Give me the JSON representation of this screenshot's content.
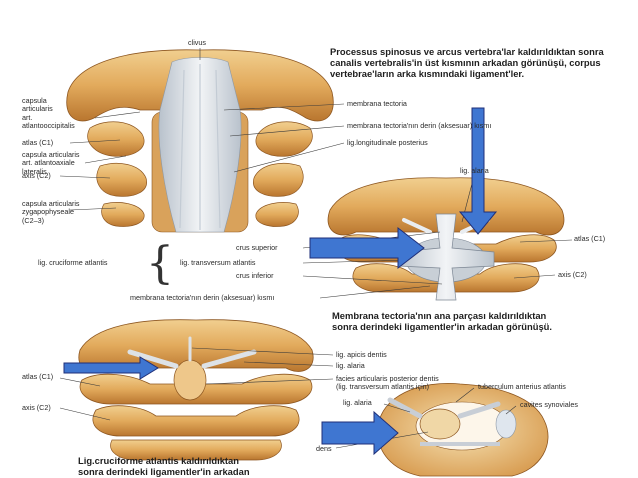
{
  "colors": {
    "bone": "#e7b66a",
    "bone_shadow": "#b9762f",
    "ligament": "#d9dde2",
    "arrow_fill": "#3f76d1",
    "arrow_stroke": "#1f2f78"
  },
  "captions": {
    "top": "Processus spinosus ve arcus vertebra'lar kaldırıldıktan sonra\ncanalis vertebralis'in üst kısmının arkadan görünüşü, corpus\nvertebrae'ların arka kısmındaki ligament'ler.",
    "middle": "Membrana tectoria'nın ana parçası kaldırıldıktan\nsonra derindeki ligamentler'in arkadan görünüşü.",
    "bottom": "Lig.cruciforme atlantis kaldırıldıktan\nsonra derindeki ligamentler'in arkadan"
  },
  "labels": {
    "clivus": "clivus",
    "capsula_atlantooccipitalis": "capsula\narticularis\nart.\natlantooccipitalis",
    "atlas_c1_top": "atlas (C1)",
    "capsula_atlantoaxiale": "capsula articularis\nart. atlantoaxiale\nlateralis",
    "axis_c2_top": "axis (C2)",
    "capsula_zygapophyseale": "capsula articularis\nzygapophyseale\n(C2–3)",
    "membrana_tectoria": "membrana tectoria",
    "membrana_tectoria_derin": "membrana tectoria'nın derin (aksesuar) kısmı",
    "lig_longitudinale": "lig.longitudinale posterius",
    "lig_alaria_mid": "lig. alaria",
    "atlas_c1_mid": "atlas (C1)",
    "crus_superior": "crus superior",
    "lig_cruciforme": "lig. cruciforme atlantis",
    "lig_transversum": "lig. transversum atlantis",
    "crus_inferior": "crus inferior",
    "axis_c2_mid": "axis (C2)",
    "membrana_tectoria_derin_mid": "membrana tectoria'nın derin (aksesuar) kısmı",
    "lig_apicis": "lig. apicis dentis",
    "lig_alaria_bottom": "lig. alaria",
    "atlas_c1_bottom": "atlas (C1)",
    "facies_articularis": "facies articularis posterior dentis\n(lig. transversum atlantis için)",
    "tuberculum": "tuberculum anterius atlantis",
    "lig_alaria_ring": "lig. alaria",
    "cavites": "cavites synoviales",
    "axis_c2_bottom": "axis (C2)",
    "dens": "dens"
  }
}
